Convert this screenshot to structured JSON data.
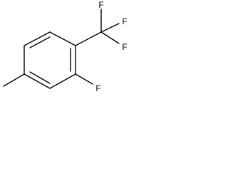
{
  "molecule": {
    "atoms": {
      "f_cf3_top": "F",
      "f_cf3_right_upper": "F",
      "f_cf3_right_lower": "F",
      "f_ring": "F"
    }
  }
}
